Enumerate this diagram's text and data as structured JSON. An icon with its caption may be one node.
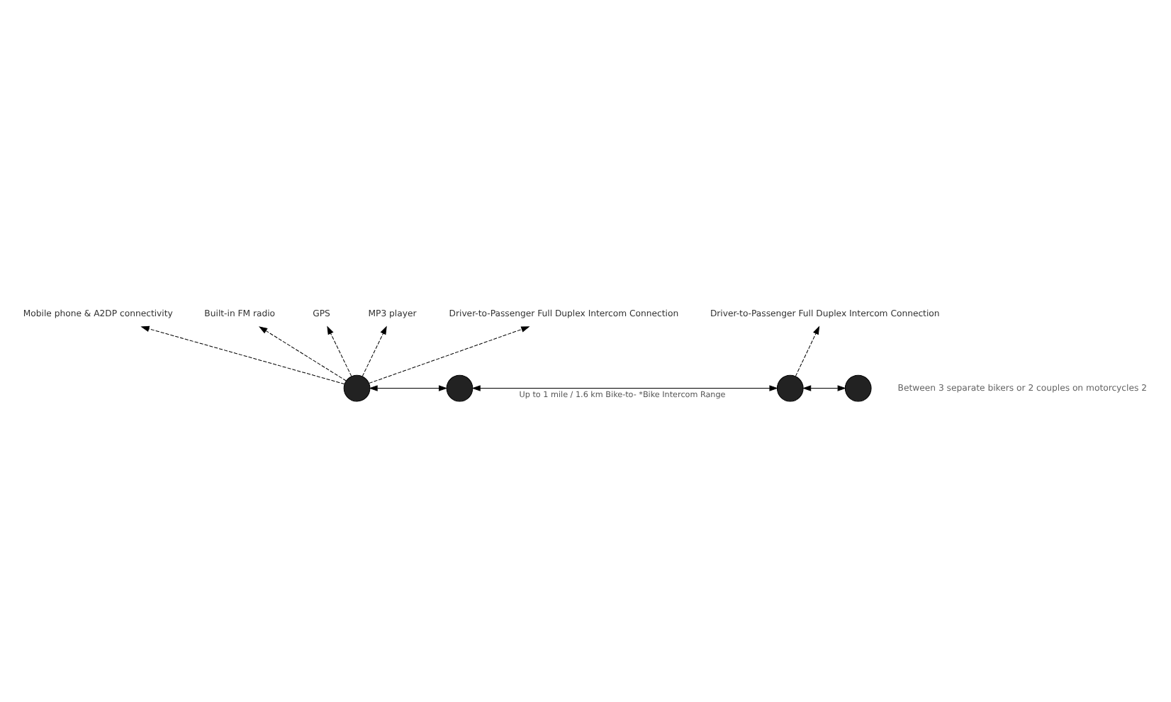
{
  "diagram": {
    "nodes": [
      {
        "text": [
          "Mobile phone & A2DP connectivity"
        ]
      },
      {
        "text": [
          "Built-in FM radio"
        ]
      },
      {
        "text": [
          "GPS"
        ]
      },
      {
        "text": [
          "MP3 player"
        ]
      },
      {
        "text": [
          "Driver-to-Passenger Full Duplex Intercom Connection"
        ]
      },
      {
        "text": [],
        "shape": "circle"
      },
      {
        "text": [],
        "shape": "circle"
      },
      {
        "text": [],
        "shape": "circle"
      },
      {
        "text": [],
        "shape": "circle"
      },
      {
        "text": [
          "Driver-to-Passenger Full Duplex Intercom Connection"
        ]
      }
    ],
    "edges": [
      {
        "from": 5,
        "to": 0,
        "arrow": "to",
        "style": "dashed"
      },
      {
        "from": 5,
        "to": 1,
        "arrow": "to",
        "style": "dashed"
      },
      {
        "from": 5,
        "to": 2,
        "arrow": "to",
        "style": "dashed"
      },
      {
        "from": 5,
        "to": 3,
        "arrow": "to",
        "style": "dashed"
      },
      {
        "from": 5,
        "to": 4,
        "arrow": "to",
        "style": "dashed"
      },
      {
        "from": 5,
        "to": 6,
        "arrow": "both"
      },
      {
        "from": 7,
        "to": 8,
        "arrow": "both"
      },
      {
        "from": 7,
        "to": 9,
        "arrow": "to",
        "style": "dashed"
      },
      {
        "from": 6,
        "to": 7,
        "arrow": "both",
        "label": "Up to 1 mile / 1.6 km Bike-to- *Bike Intercom Range"
      }
    ],
    "labels": [
      "Between 3 separate bikers or 2 couples on motorcycles 2"
    ]
  }
}
